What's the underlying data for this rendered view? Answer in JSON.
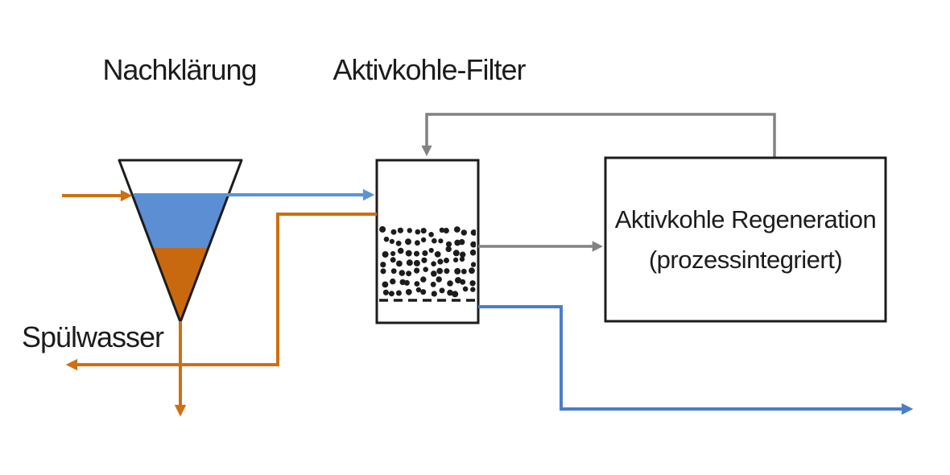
{
  "diagram": {
    "clarifier": {
      "title": "Nachklärung",
      "drain_label": "Spülwasser"
    },
    "filter": {
      "title": "Aktivkohle-Filter"
    },
    "regeneration": {
      "line1": "Aktivkohle Regeneration",
      "line2": "(prozessintegriert)"
    },
    "colors": {
      "orange": "#CE6F12",
      "orange_fill": "#C8690F",
      "blue_line": "#4A7EC9",
      "blue_light": "#5B94D6",
      "blue_fill": "#5B8ED2",
      "gray": "#828282",
      "black": "#1c1c1c"
    }
  }
}
